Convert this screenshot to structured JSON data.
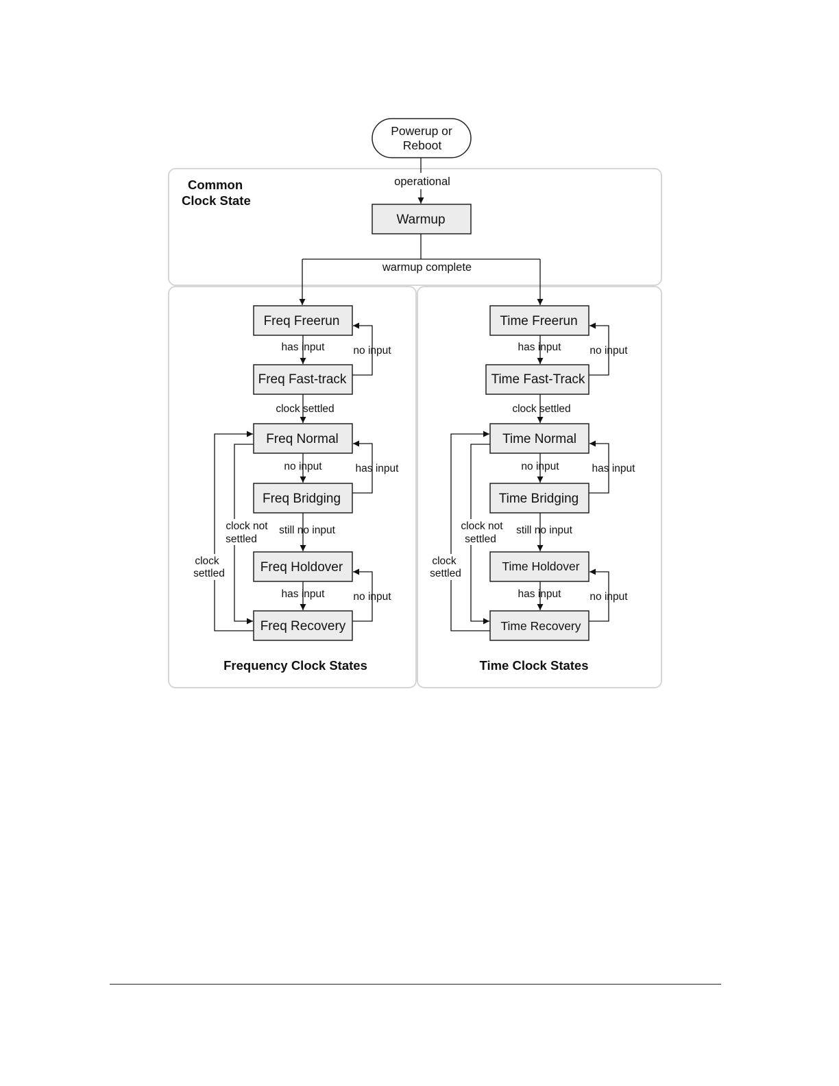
{
  "start": {
    "line1": "Powerup or",
    "line2": "Reboot"
  },
  "groups": {
    "common": {
      "line1": "Common",
      "line2": "Clock State"
    },
    "frequency": {
      "title": "Frequency Clock States"
    },
    "time": {
      "title": "Time Clock States"
    }
  },
  "states": {
    "warmup": "Warmup",
    "freq_freerun": "Freq Freerun",
    "freq_fasttrack": "Freq Fast-track",
    "freq_normal": "Freq Normal",
    "freq_bridging": "Freq Bridging",
    "freq_holdover": "Freq Holdover",
    "freq_recovery": "Freq Recovery",
    "time_freerun": "Time Freerun",
    "time_fasttrack": "Time Fast-Track",
    "time_normal": "Time Normal",
    "time_bridging": "Time Bridging",
    "time_holdover": "Time Holdover",
    "time_recovery": "Time Recovery"
  },
  "transitions": {
    "operational": "operational",
    "warmup_complete": "warmup complete",
    "has_input": "has input",
    "no_input": "no input",
    "clock_settled": "clock settled",
    "still_no_input": "still no input",
    "clock_not": "clock not",
    "settled": "settled",
    "clock": "clock"
  },
  "colors": {
    "state_fill": "#ececec",
    "group_border": "#d6d6d6",
    "line": "#111111"
  }
}
